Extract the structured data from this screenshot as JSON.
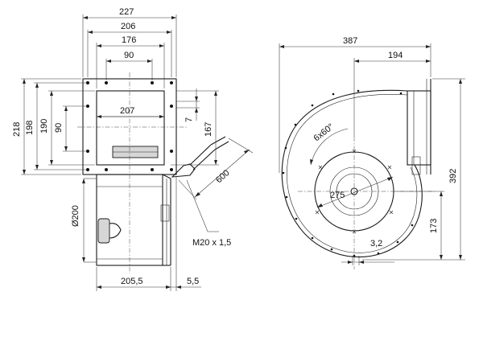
{
  "labels": {
    "d227": "227",
    "d206": "206",
    "d176": "176",
    "d90_top": "90",
    "d207": "207",
    "d7": "7",
    "d167": "167",
    "d218": "218",
    "d198": "198",
    "d190": "190",
    "d90_left": "90",
    "d200": "Ø200",
    "d600": "600",
    "thread": "M20 x 1,5",
    "d205_5": "205,5",
    "d5_5": "5,5",
    "d387": "387",
    "d194": "194",
    "d392": "392",
    "d173": "173",
    "d275": "275",
    "d6x60": "6x60°",
    "d3_2": "3,2"
  }
}
